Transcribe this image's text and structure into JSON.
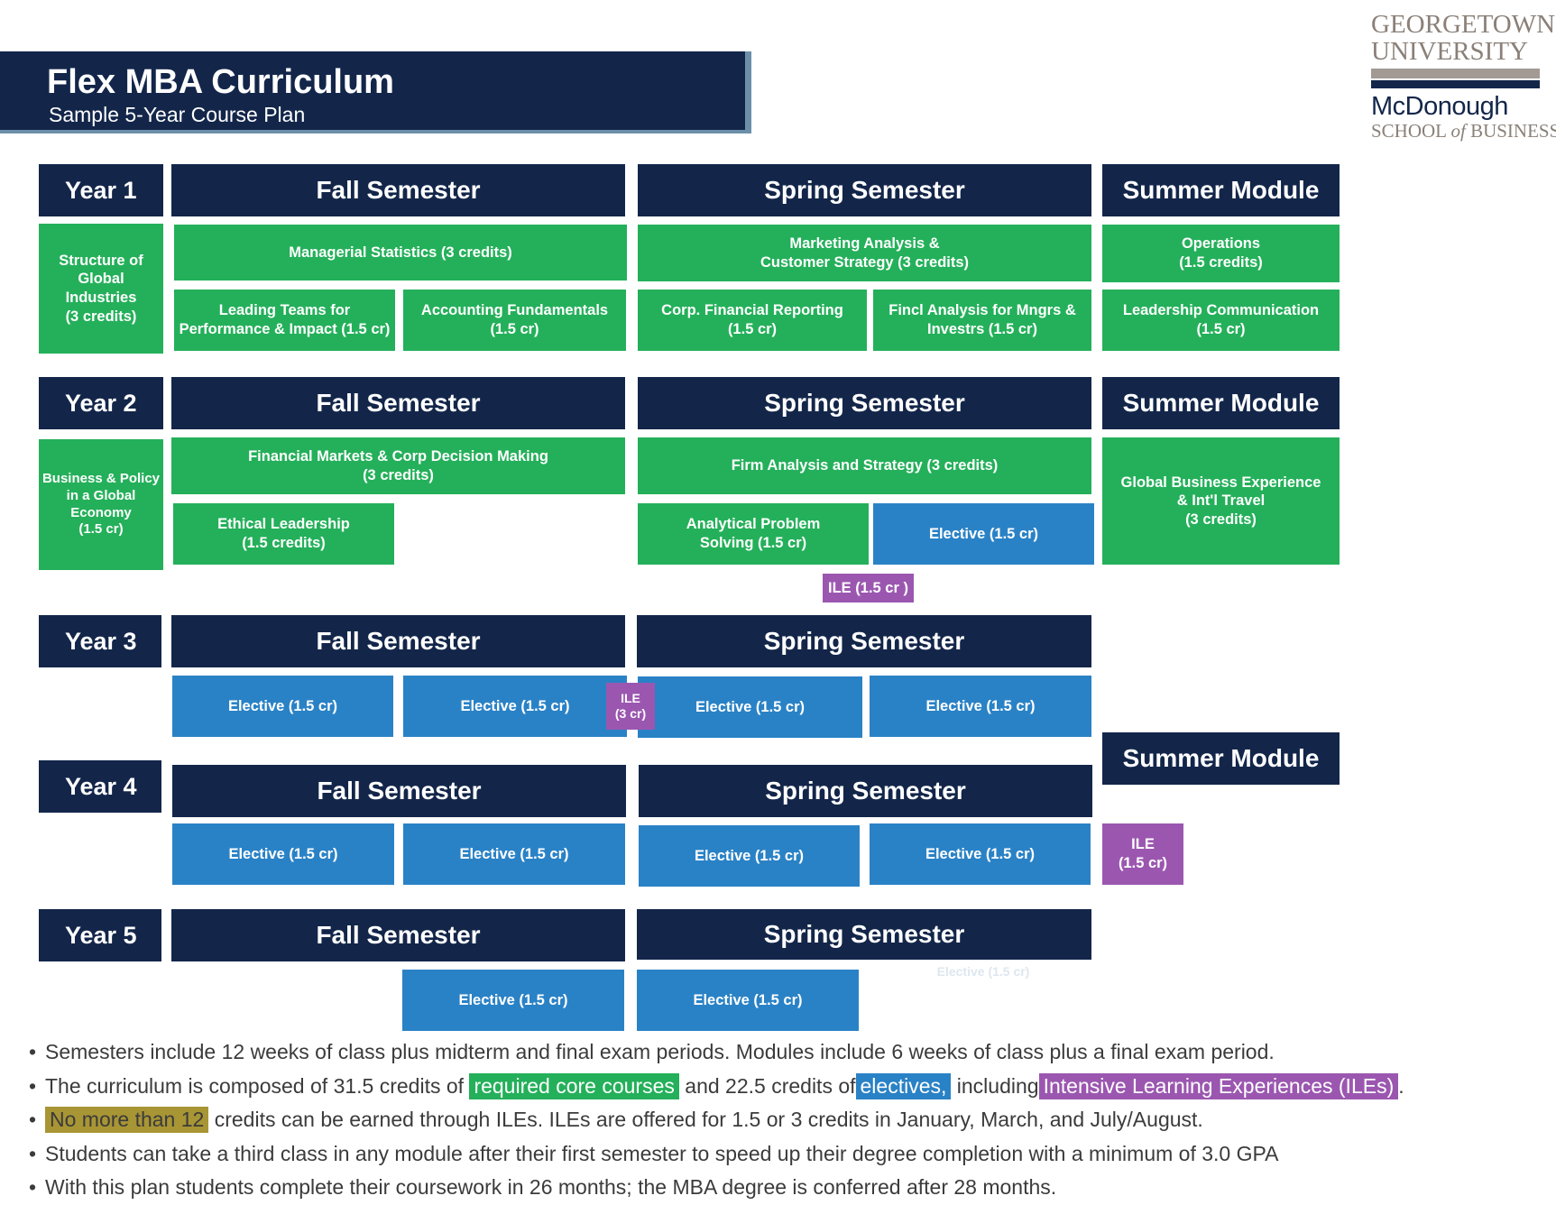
{
  "header": {
    "title": "Flex MBA Curriculum",
    "subtitle": "Sample 5-Year Course Plan"
  },
  "logo": {
    "line1": "GEORGETOWN",
    "line2": "UNIVERSITY",
    "line3": "McDonough",
    "line4_a": "SCHOOL",
    "line4_of": "of",
    "line4_b": "BUSINESS",
    "colors": {
      "navy": "#13264a",
      "taupe": "#a39a94"
    }
  },
  "colors": {
    "navy": "#13264a",
    "core_green": "#24b05a",
    "elective_blue": "#2a82c6",
    "ile_purple": "#9b57b0",
    "ile_limit_gold": "#a89534"
  },
  "headers": {
    "fall": "Fall Semester",
    "spring": "Spring Semester",
    "summer": "Summer  Module"
  },
  "years": [
    {
      "label": "Year 1",
      "side": "Structure of\nGlobal\nIndustries\n(3 credits)"
    },
    {
      "label": "Year 2",
      "side": "Business & Policy\nin a Global\nEconomy\n(1.5 cr)"
    },
    {
      "label": "Year 3"
    },
    {
      "label": "Year 4"
    },
    {
      "label": "Year 5"
    }
  ],
  "courses": {
    "y1_fall_1": "Managerial Statistics (3 credits)",
    "y1_fall_2": "Leading Teams for\nPerformance & Impact (1.5 cr)",
    "y1_fall_3": "Accounting Fundamentals\n(1.5 cr)",
    "y1_spring_1": "Marketing Analysis &\nCustomer Strategy (3 credits)",
    "y1_spring_2": "Corp. Financial Reporting\n(1.5 cr)",
    "y1_spring_3": "Fincl Analysis for Mngrs &\nInvestrs (1.5 cr)",
    "y1_summer_1": "Operations\n(1.5 credits)",
    "y1_summer_2": "Leadership Communication\n(1.5 cr)",
    "y2_fall_1": "Financial Markets & Corp Decision Making\n(3 credits)",
    "y2_fall_2": "Ethical Leadership\n(1.5 credits)",
    "y2_spring_1": "Firm Analysis and Strategy (3 credits)",
    "y2_spring_2": "Analytical Problem\nSolving (1.5 cr)",
    "y2_summer_1": "Global Business Experience\n& Int'l Travel\n(3 credits)",
    "y2_ile": "ILE (1.5 cr )",
    "y3_ile": "ILE\n(3 cr)",
    "y4_ile": "ILE\n(1.5 cr)",
    "elective": "Elective (1.5 cr)"
  },
  "notes": {
    "n1": "Semesters include 12 weeks of class plus midterm and final exam periods.   Modules include 6 weeks of class plus a final exam period.",
    "n2_a": "The curriculum is composed of 31.5 credits of",
    "n2_core": "required core courses",
    "n2_b": "and 22.5 credits of",
    "n2_elec": "electives,",
    "n2_c": "including",
    "n2_ile": "Intensive Learning Experiences (ILEs)",
    "n2_d": ".",
    "n3_hl": "No more than 12",
    "n3_b": "credits can be earned through ILEs. ILEs are offered for 1.5 or 3 credits in January, March, and July/August.",
    "n4": "Students can take a third class in any module after their first semester to speed up their degree completion with a minimum of 3.0 GPA",
    "n5": "With this plan students complete their coursework in 26 months; the MBA degree is conferred after 28 months."
  }
}
